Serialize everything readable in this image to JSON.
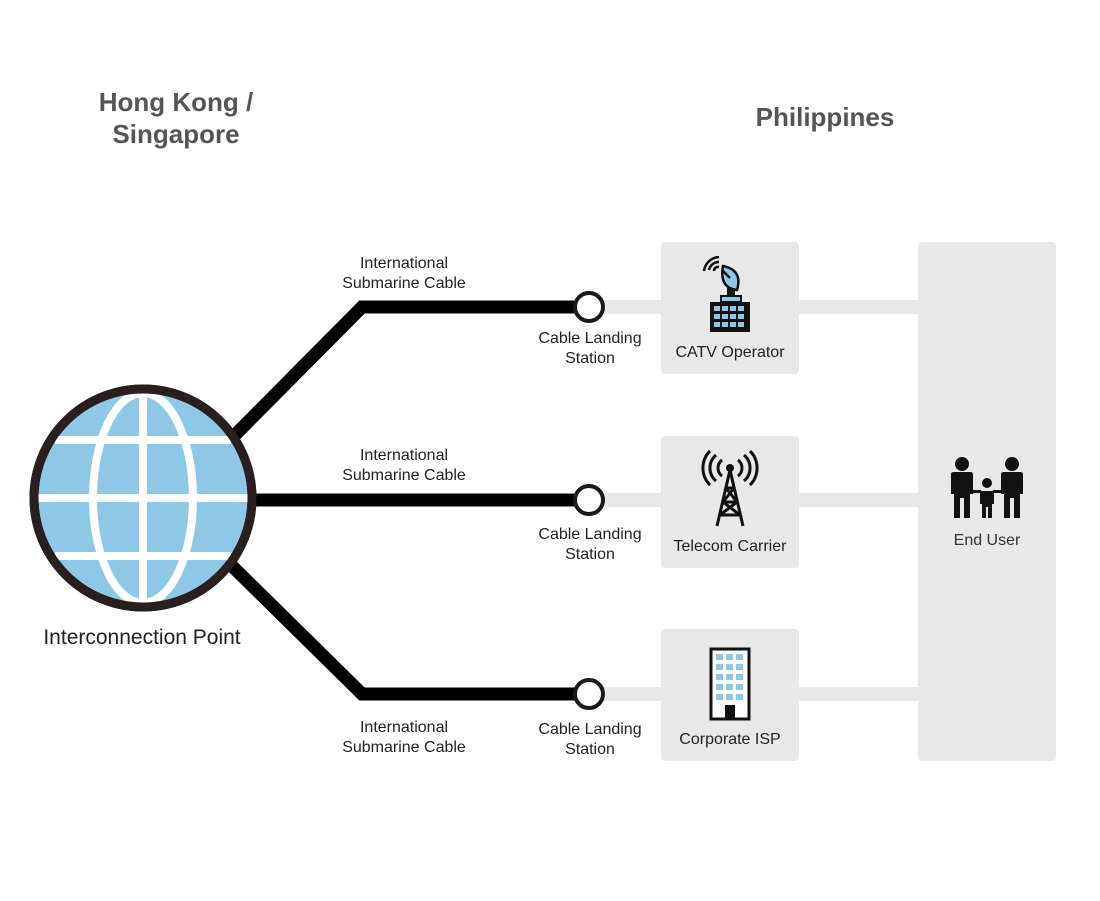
{
  "regions": {
    "left_line1": "Hong Kong /",
    "left_line2": "Singapore",
    "right": "Philippines"
  },
  "interconnection_label": "Interconnection Point",
  "cables": [
    {
      "line1": "International",
      "line2": "Submarine Cable"
    },
    {
      "line1": "International",
      "line2": "Submarine Cable"
    },
    {
      "line1": "International",
      "line2": "Submarine Cable"
    }
  ],
  "stations": [
    {
      "line1": "Cable Landing",
      "line2": "Station"
    },
    {
      "line1": "Cable Landing",
      "line2": "Station"
    },
    {
      "line1": "Cable Landing",
      "line2": "Station"
    }
  ],
  "providers": [
    {
      "label": "CATV Operator",
      "icon": "satellite-dish-building-icon"
    },
    {
      "label": "Telecom Carrier",
      "icon": "cell-tower-icon"
    },
    {
      "label": "Corporate ISP",
      "icon": "office-building-icon"
    }
  ],
  "end_user": {
    "label": "End User",
    "icon": "family-icon"
  },
  "colors": {
    "globe_fill": "#8ec8e6",
    "line": "#000000",
    "connector": "#e8e8e8",
    "title": "#555555"
  }
}
